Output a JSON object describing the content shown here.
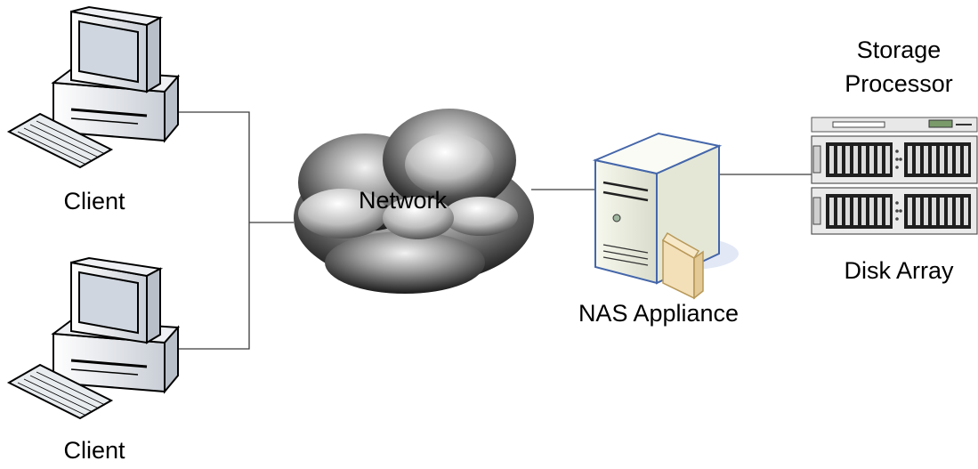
{
  "nodes": {
    "client_top": {
      "label": "Client"
    },
    "client_bottom": {
      "label": "Client"
    },
    "network": {
      "label": "Network"
    },
    "nas": {
      "label": "NAS Appliance"
    },
    "storage_processor": {
      "label_line1": "Storage",
      "label_line2": "Processor"
    },
    "disk_array": {
      "label": "Disk Array"
    }
  },
  "colors": {
    "line": "#3a3a3a",
    "monitor_body": "#d8dde3",
    "screen": "#cfd6df",
    "cloud_dark": "#2a2a2a",
    "cloud_light": "#e6e6e6",
    "server_body": "#f2f4e8",
    "server_outline": "#4466aa",
    "folder": "#f3dfb8",
    "rack": "#e8e8e8",
    "drive": "#222222"
  },
  "icons": [
    "desktop-computer-icon",
    "cloud-icon",
    "tower-server-icon",
    "folder-icon",
    "rack-storage-icon"
  ]
}
